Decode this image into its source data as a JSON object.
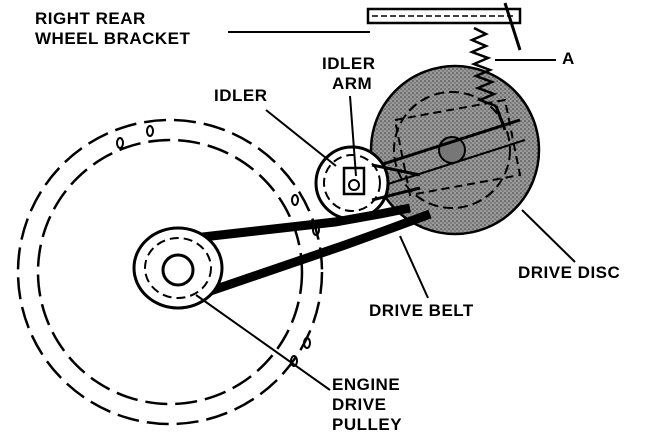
{
  "labels": {
    "right_rear_bracket_line1": "RIGHT REAR",
    "right_rear_bracket_line2": "WHEEL BRACKET",
    "idler": "IDLER",
    "idler_arm_line1": "IDLER",
    "idler_arm_line2": "ARM",
    "spring_a": "A",
    "drive_disc": "DRIVE DISC",
    "drive_belt": "DRIVE BELT",
    "engine_pulley_line1": "ENGINE",
    "engine_pulley_line2": "DRIVE",
    "engine_pulley_line3": "PULLEY"
  },
  "colors": {
    "ink": "#000000",
    "disc_fill": "#8a8a8a",
    "paper": "#ffffff"
  }
}
